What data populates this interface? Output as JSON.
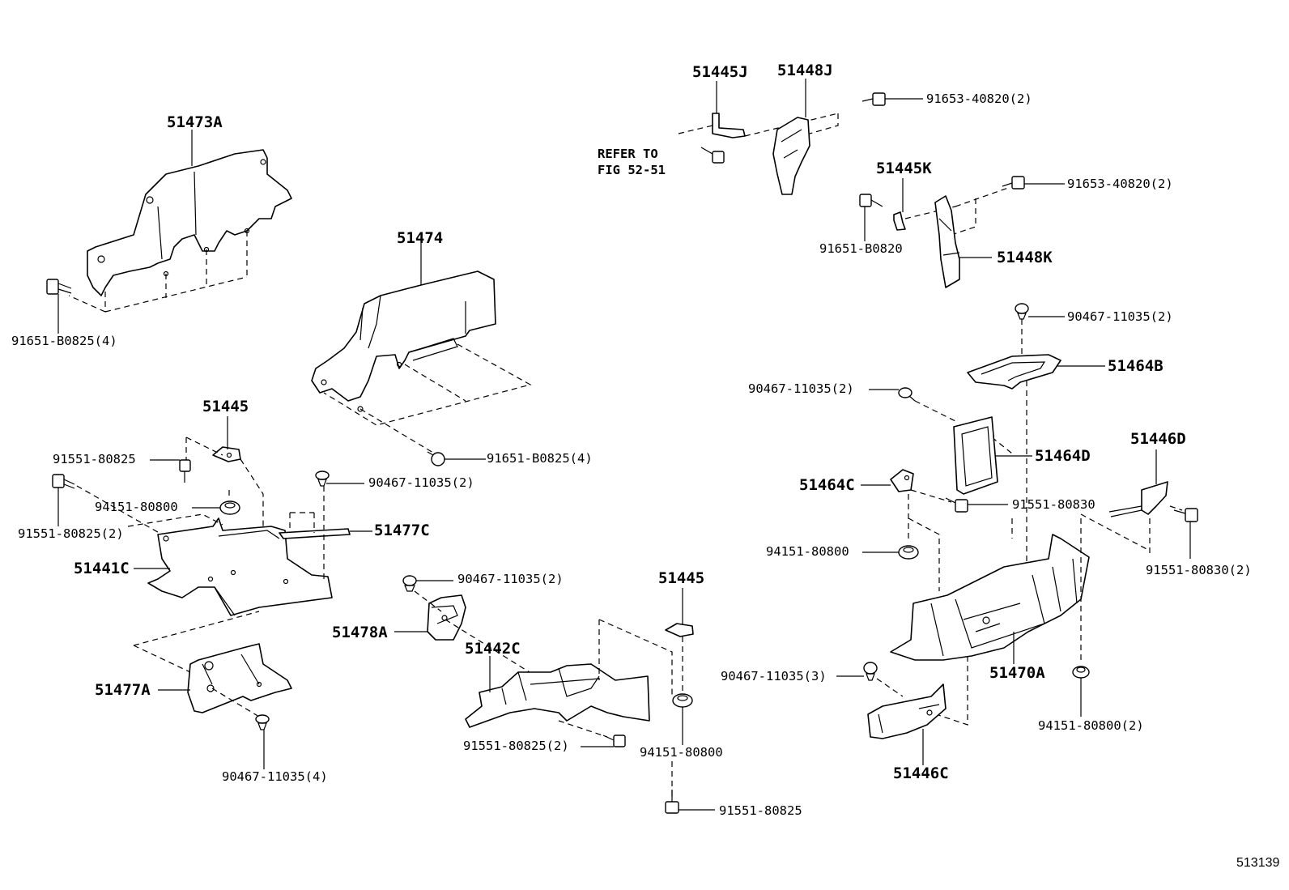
{
  "diagram_id": "513139",
  "refer_to": {
    "line1": "REFER TO",
    "line2": "FIG 52-51"
  },
  "labels": {
    "p51473A": "51473A",
    "p91651_B0825_4_left": "91651-B0825(4)",
    "p51474": "51474",
    "p91651_B0825_4_mid": "91651-B0825(4)",
    "p51445_left": "51445",
    "p91551_80825_a": "91551-80825",
    "p91551_80825_2_left": "91551-80825(2)",
    "p94151_80800_left": "94151-80800",
    "p90467_11035_2_a": "90467-11035(2)",
    "p51477C": "51477C",
    "p51441C": "51441C",
    "p51477A": "51477A",
    "p90467_11035_4": "90467-11035(4)",
    "p90467_11035_2_b": "90467-11035(2)",
    "p51478A": "51478A",
    "p51442C": "51442C",
    "p91551_80825_2_mid": "91551-80825(2)",
    "p51445_mid": "51445",
    "p94151_80800_mid": "94151-80800",
    "p91551_80825_bottom": "91551-80825",
    "p51445J": "51445J",
    "p51448J": "51448J",
    "p91653_40820_2_a": "91653-40820(2)",
    "p51445K": "51445K",
    "p91653_40820_2_b": "91653-40820(2)",
    "p91651_B0820": "91651-B0820",
    "p51448K": "51448K",
    "p90467_11035_2_c": "90467-11035(2)",
    "p51464B": "51464B",
    "p90467_11035_2_d": "90467-11035(2)",
    "p51464D": "51464D",
    "p51446D": "51446D",
    "p51464C": "51464C",
    "p91551_80830": "91551-80830",
    "p94151_80800_right": "94151-80800",
    "p91551_80830_2": "91551-80830(2)",
    "p90467_11035_3": "90467-11035(3)",
    "p51470A": "51470A",
    "p94151_80800_2": "94151-80800(2)",
    "p51446C": "51446C"
  }
}
